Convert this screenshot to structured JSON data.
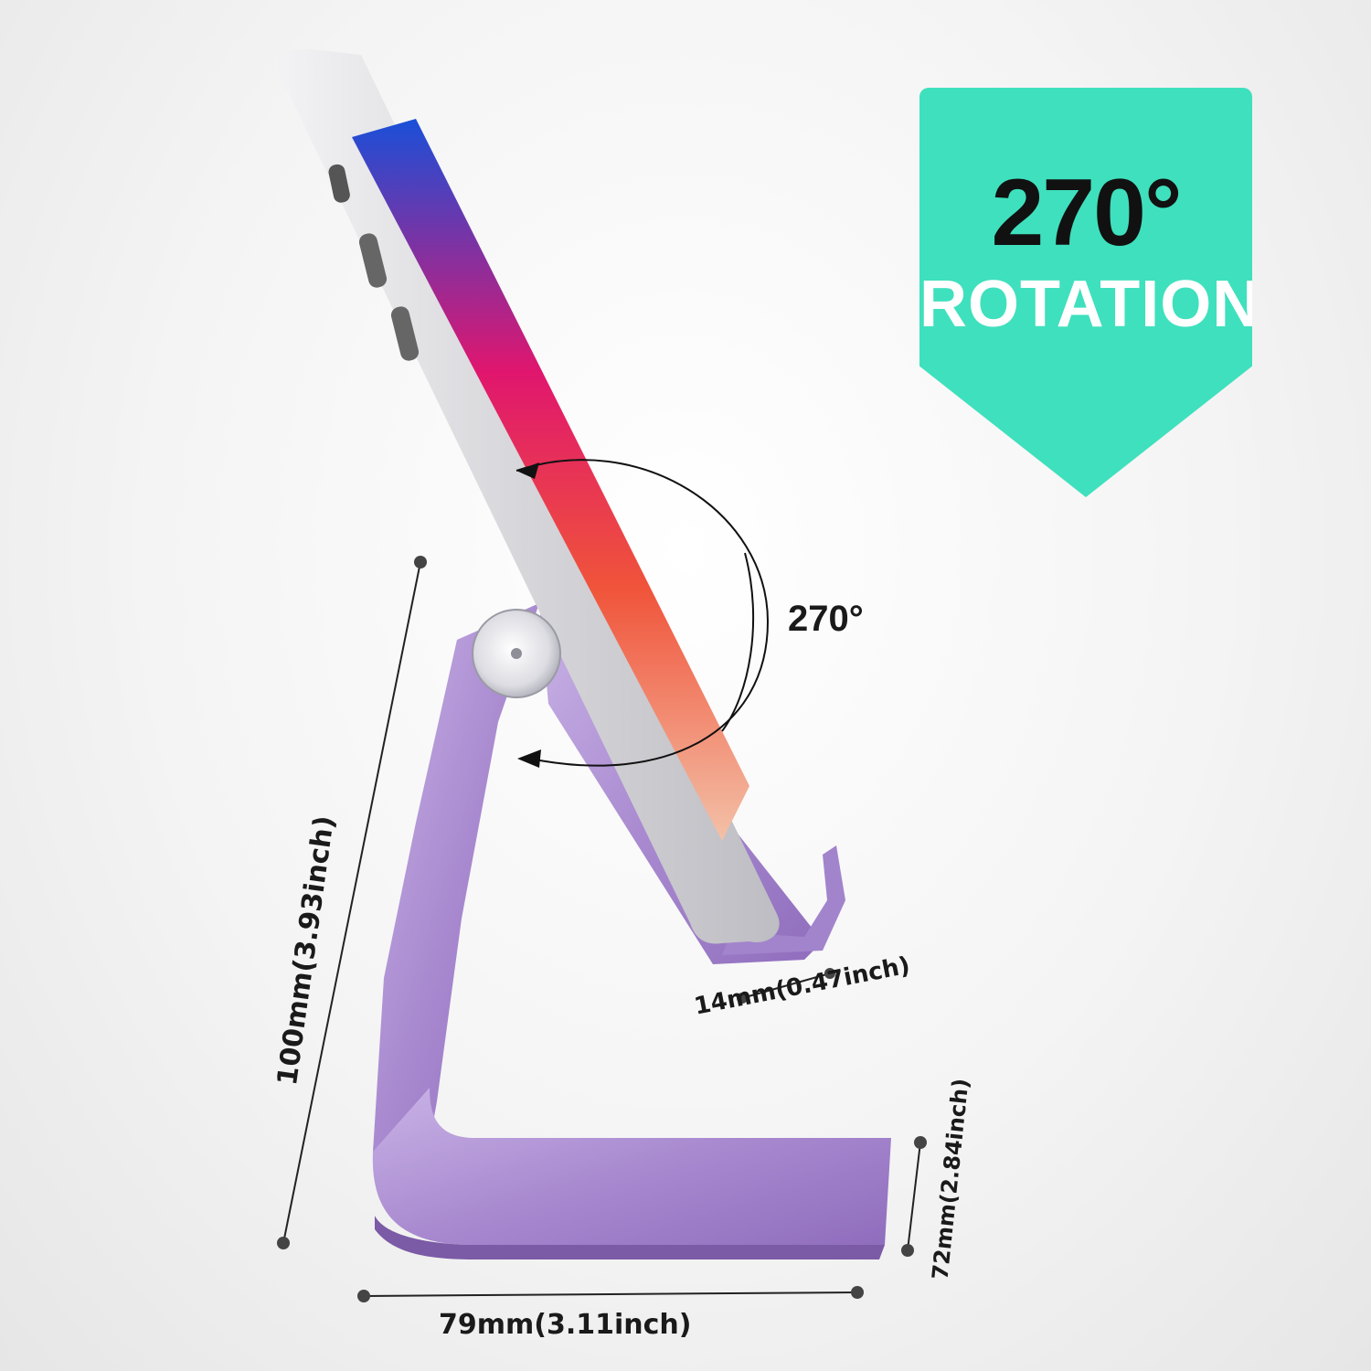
{
  "badge": {
    "title": "270°",
    "subtitle": "ROTATION"
  },
  "rotation_label": "270°",
  "dimensions": {
    "height": "100mm(3.93inch)",
    "width": "79mm(3.11inch)",
    "lip": "14mm(0.47inch)",
    "depth": "72mm(2.84inch)"
  },
  "colors": {
    "badge": "#3fe0bd",
    "stand": "#b59ad6",
    "phone": "#d9d9de"
  }
}
